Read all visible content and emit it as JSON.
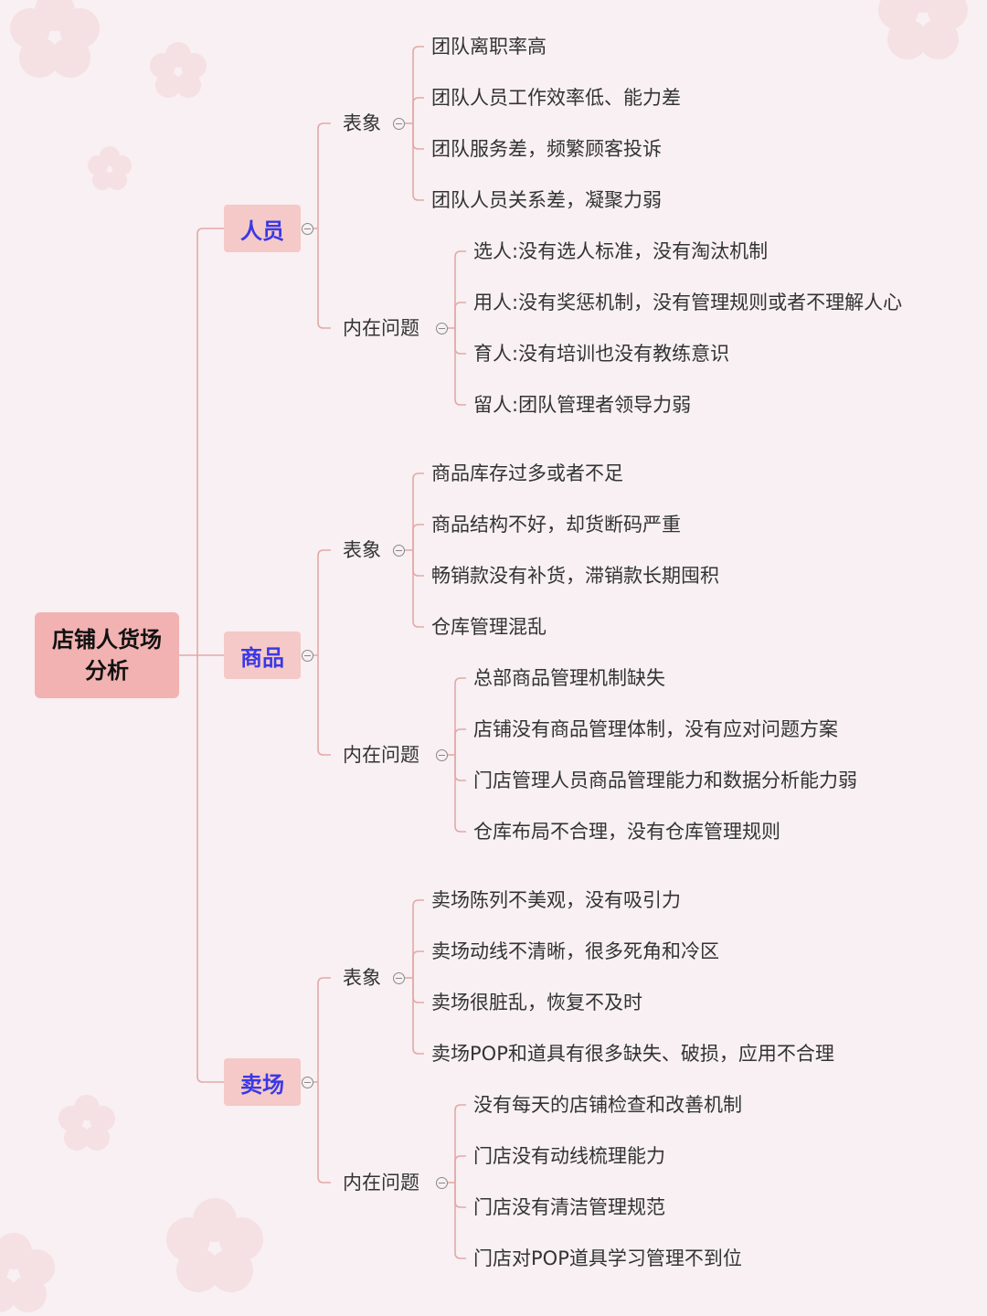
{
  "root": {
    "title": "店铺人货场分析"
  },
  "colors": {
    "line": "#e3a9a9",
    "branch_text": "#3a38e6",
    "root_fill": "#f2b2b2",
    "branch_fill": "#f4c9c8",
    "background": "#f8f0f2"
  },
  "branches": [
    {
      "label": "人员",
      "groups": [
        {
          "label": "表象",
          "items": [
            "团队离职率高",
            "团队人员工作效率低、能力差",
            "团队服务差，频繁顾客投诉",
            "团队人员关系差，凝聚力弱"
          ]
        },
        {
          "label": "内在问题",
          "items": [
            "选人:没有选人标准，没有淘汰机制",
            "用人:没有奖惩机制，没有管理规则或者不理解人心",
            "育人:没有培训也没有教练意识",
            "留人:团队管理者领导力弱"
          ]
        }
      ]
    },
    {
      "label": "商品",
      "groups": [
        {
          "label": "表象",
          "items": [
            "商品库存过多或者不足",
            "商品结构不好，却货断码严重",
            "畅销款没有补货，滞销款长期囤积",
            "仓库管理混乱"
          ]
        },
        {
          "label": "内在问题",
          "items": [
            "总部商品管理机制缺失",
            "店铺没有商品管理体制，没有应对问题方案",
            "门店管理人员商品管理能力和数据分析能力弱",
            "仓库布局不合理，没有仓库管理规则"
          ]
        }
      ]
    },
    {
      "label": "卖场",
      "groups": [
        {
          "label": "表象",
          "items": [
            "卖场陈列不美观，没有吸引力",
            "卖场动线不清晰，很多死角和冷区",
            "卖场很脏乱，恢复不及时",
            "卖场POP和道具有很多缺失、破损，应用不合理"
          ]
        },
        {
          "label": "内在问题",
          "items": [
            "没有每天的店铺检查和改善机制",
            "门店没有动线梳理能力",
            "门店没有清洁管理规范",
            "门店对POP道具学习管理不到位"
          ]
        }
      ]
    }
  ]
}
